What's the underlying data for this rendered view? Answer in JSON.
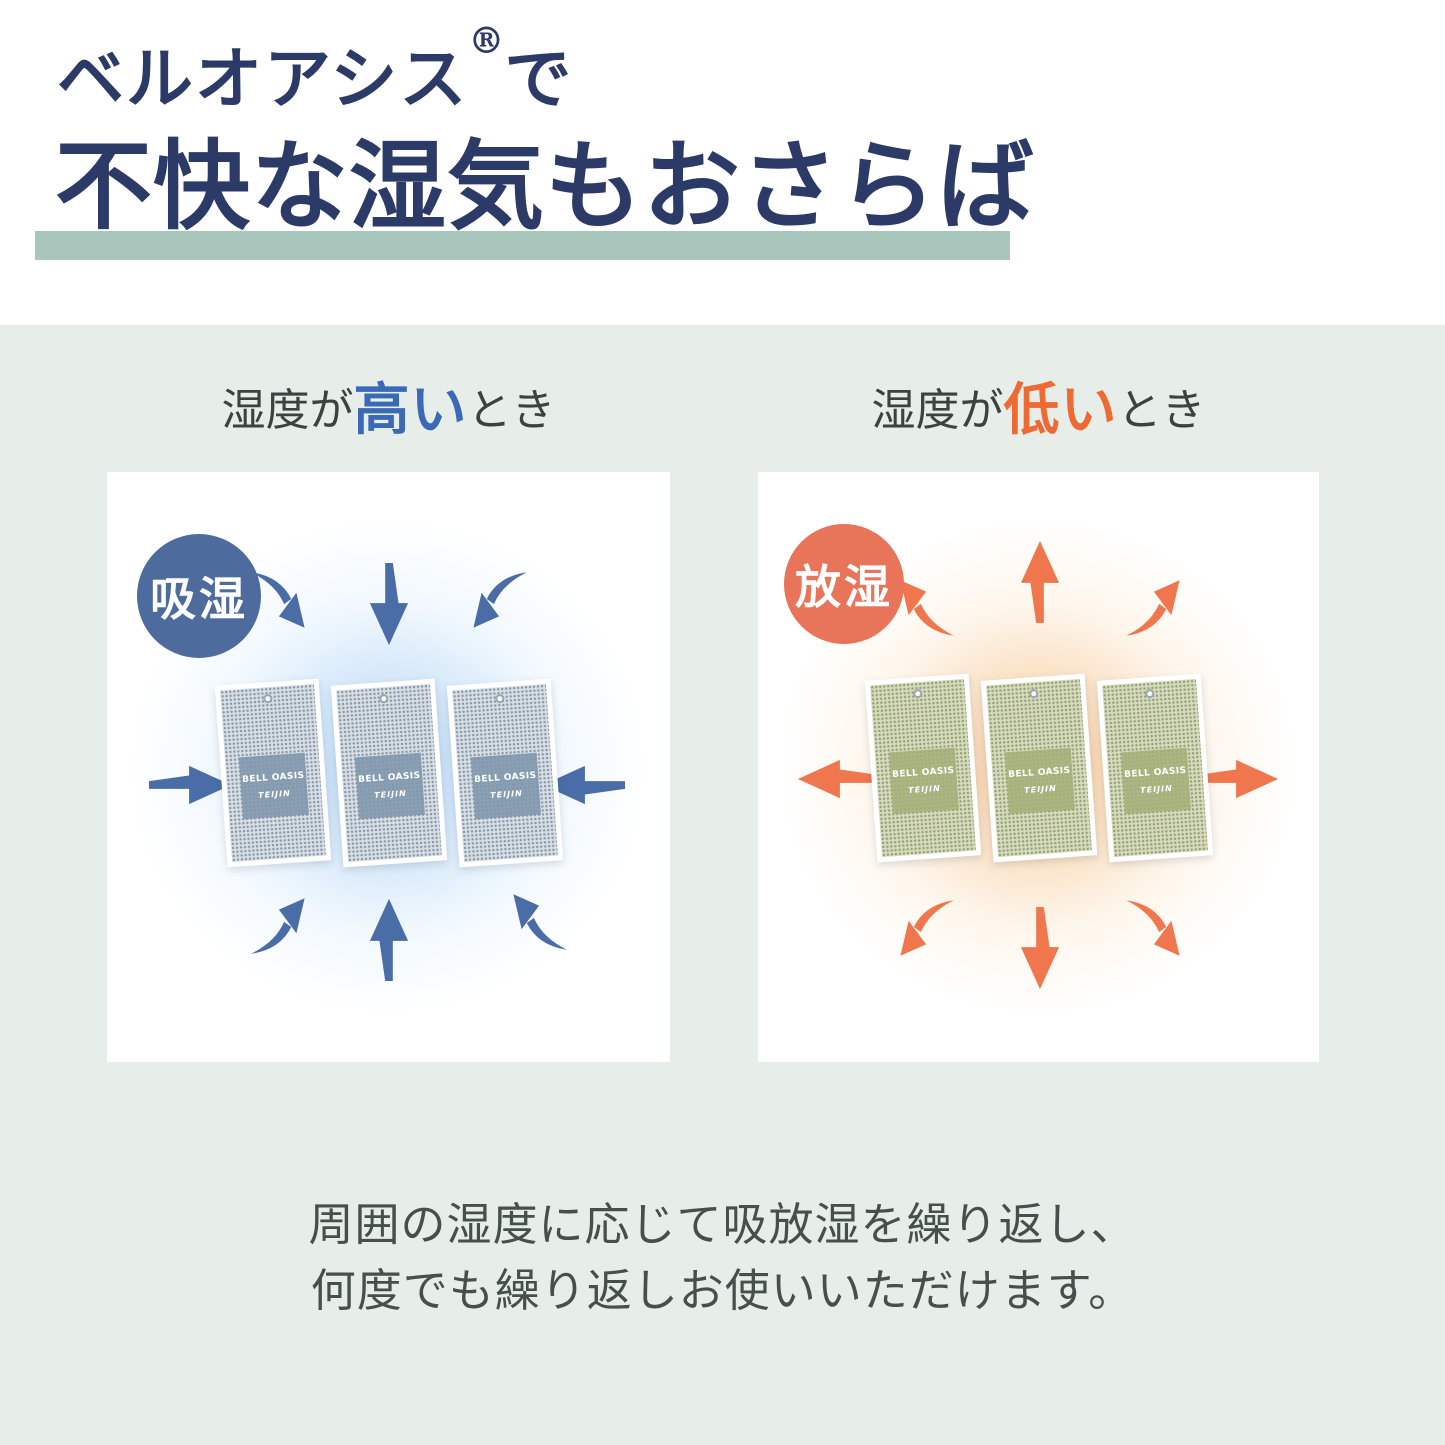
{
  "title": {
    "line1_brand": "ベルオアシス",
    "line1_reg": "®",
    "line1_suffix": "で",
    "line2": "不快な湿気もおさらば"
  },
  "columns": {
    "high": {
      "heading_pre": "湿度が",
      "heading_em": "高い",
      "heading_post": "とき",
      "badge": "吸湿"
    },
    "low": {
      "heading_pre": "湿度が",
      "heading_em": "低い",
      "heading_post": "とき",
      "badge": "放湿"
    }
  },
  "sachet": {
    "brand": "BELL OASIS",
    "maker": "TEIJIN"
  },
  "caption": {
    "line1": "周囲の湿度に応じて吸放湿を繰り返し、",
    "line2": "何度でも繰り返しお使いいただけます。"
  },
  "colors": {
    "title_navy": "#2c3a68",
    "underline_green": "#a9c6bc",
    "mint_background": "#e7eeea",
    "heading_blue": "#3a6ab5",
    "heading_orange": "#ed6a33",
    "absorb_badge_blue": "#4d6b9d",
    "absorb_arrow_blue": "#4a6da8",
    "release_badge_orange": "#e8745a",
    "release_arrow_orange": "#f0764e",
    "caption_gray": "#474f4d"
  }
}
